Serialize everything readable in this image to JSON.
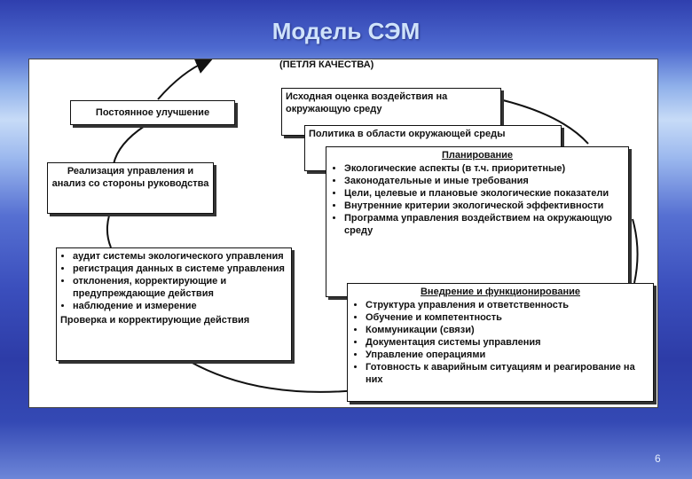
{
  "slide": {
    "title": "Модель СЭМ",
    "subtitle": "(ПЕТЛЯ КАЧЕСТВА)",
    "page_number": "6"
  },
  "boxes": {
    "improvement": "Постоянное улучшение",
    "implementation": "Реализация управления и анализ со стороны руководства",
    "initial": "Исходная оценка воздействия на окружающую среду",
    "policy": "Политика в области окружающей среды",
    "planning": {
      "header": "Планирование",
      "items": [
        "Экологические аспекты (в т.ч. приоритетные)",
        "Законодательные и иные требования",
        "Цели, целевые и плановые экологические показатели",
        "Внутренние критерии экологической эффективности",
        "Программа управления воздействием на окружающую среду"
      ]
    },
    "check": {
      "items": [
        "аудит системы экологического управления",
        "регистрация данных в системе управления",
        "отклонения, корректирующие и предупреждающие действия",
        "наблюдение и измерение"
      ],
      "footer": "Проверка и корректирующие действия"
    },
    "operation": {
      "header": "Внедрение и функционирование",
      "items": [
        "Структура управления и ответственность",
        "Обучение и компетентность",
        "Коммуникации (связи)",
        "Документация системы управления",
        "Управление операциями",
        "Готовность к аварийным ситуациям и реагирование на них"
      ]
    }
  }
}
